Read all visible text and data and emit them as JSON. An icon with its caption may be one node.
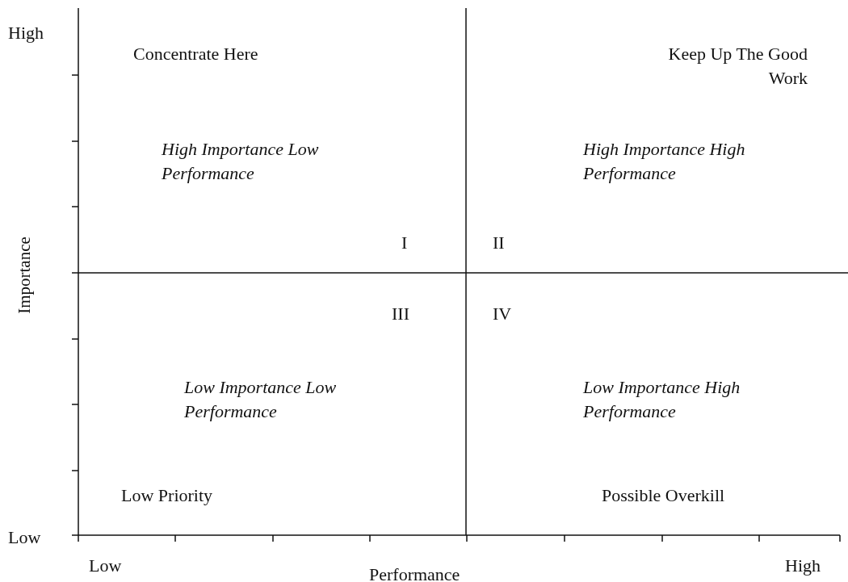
{
  "diagram": {
    "labels": [
      "High",
      "Concentrate Here",
      "Keep Up The Good Work",
      "High Importance Low Performance",
      "High Importance High Performance",
      "I",
      "II",
      "Importance",
      "III",
      "IV",
      "Low Importance Low Performance",
      "Low Importance High Performance",
      "Low Priority",
      "Possible Overkill",
      "Low",
      "Low",
      "Performance",
      "High"
    ]
  }
}
